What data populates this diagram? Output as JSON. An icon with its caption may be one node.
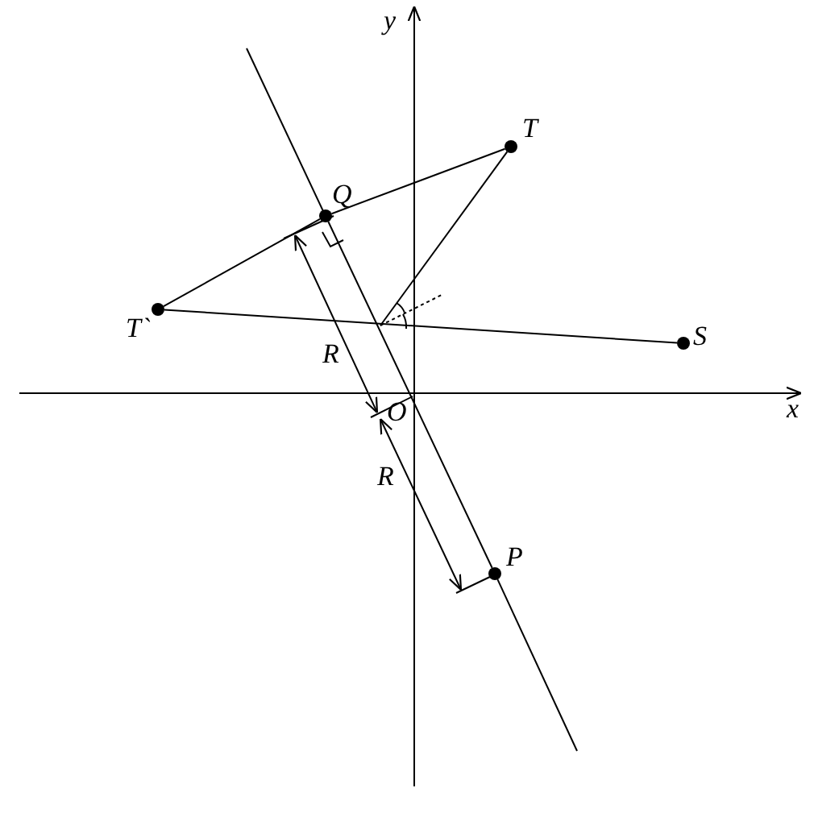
{
  "diagram": {
    "nodes": [
      {
        "text": [
          "T"
        ]
      },
      {
        "text": [
          "Q"
        ]
      },
      {
        "text": [
          "T`"
        ]
      },
      {
        "text": [
          "S"
        ]
      },
      {
        "text": [
          "P"
        ]
      }
    ],
    "edges": [
      {
        "from": 2,
        "to": 1,
        "arrow": "none"
      },
      {
        "from": 1,
        "to": 0,
        "arrow": "none"
      },
      {
        "from": 2,
        "to": 3,
        "arrow": "none"
      },
      {
        "from": 0,
        "to": null,
        "arrow": "none"
      },
      {
        "from": 1,
        "to": 4,
        "arrow": "none"
      }
    ],
    "labels": [
      "y",
      "x",
      "R",
      "O",
      "R"
    ]
  }
}
